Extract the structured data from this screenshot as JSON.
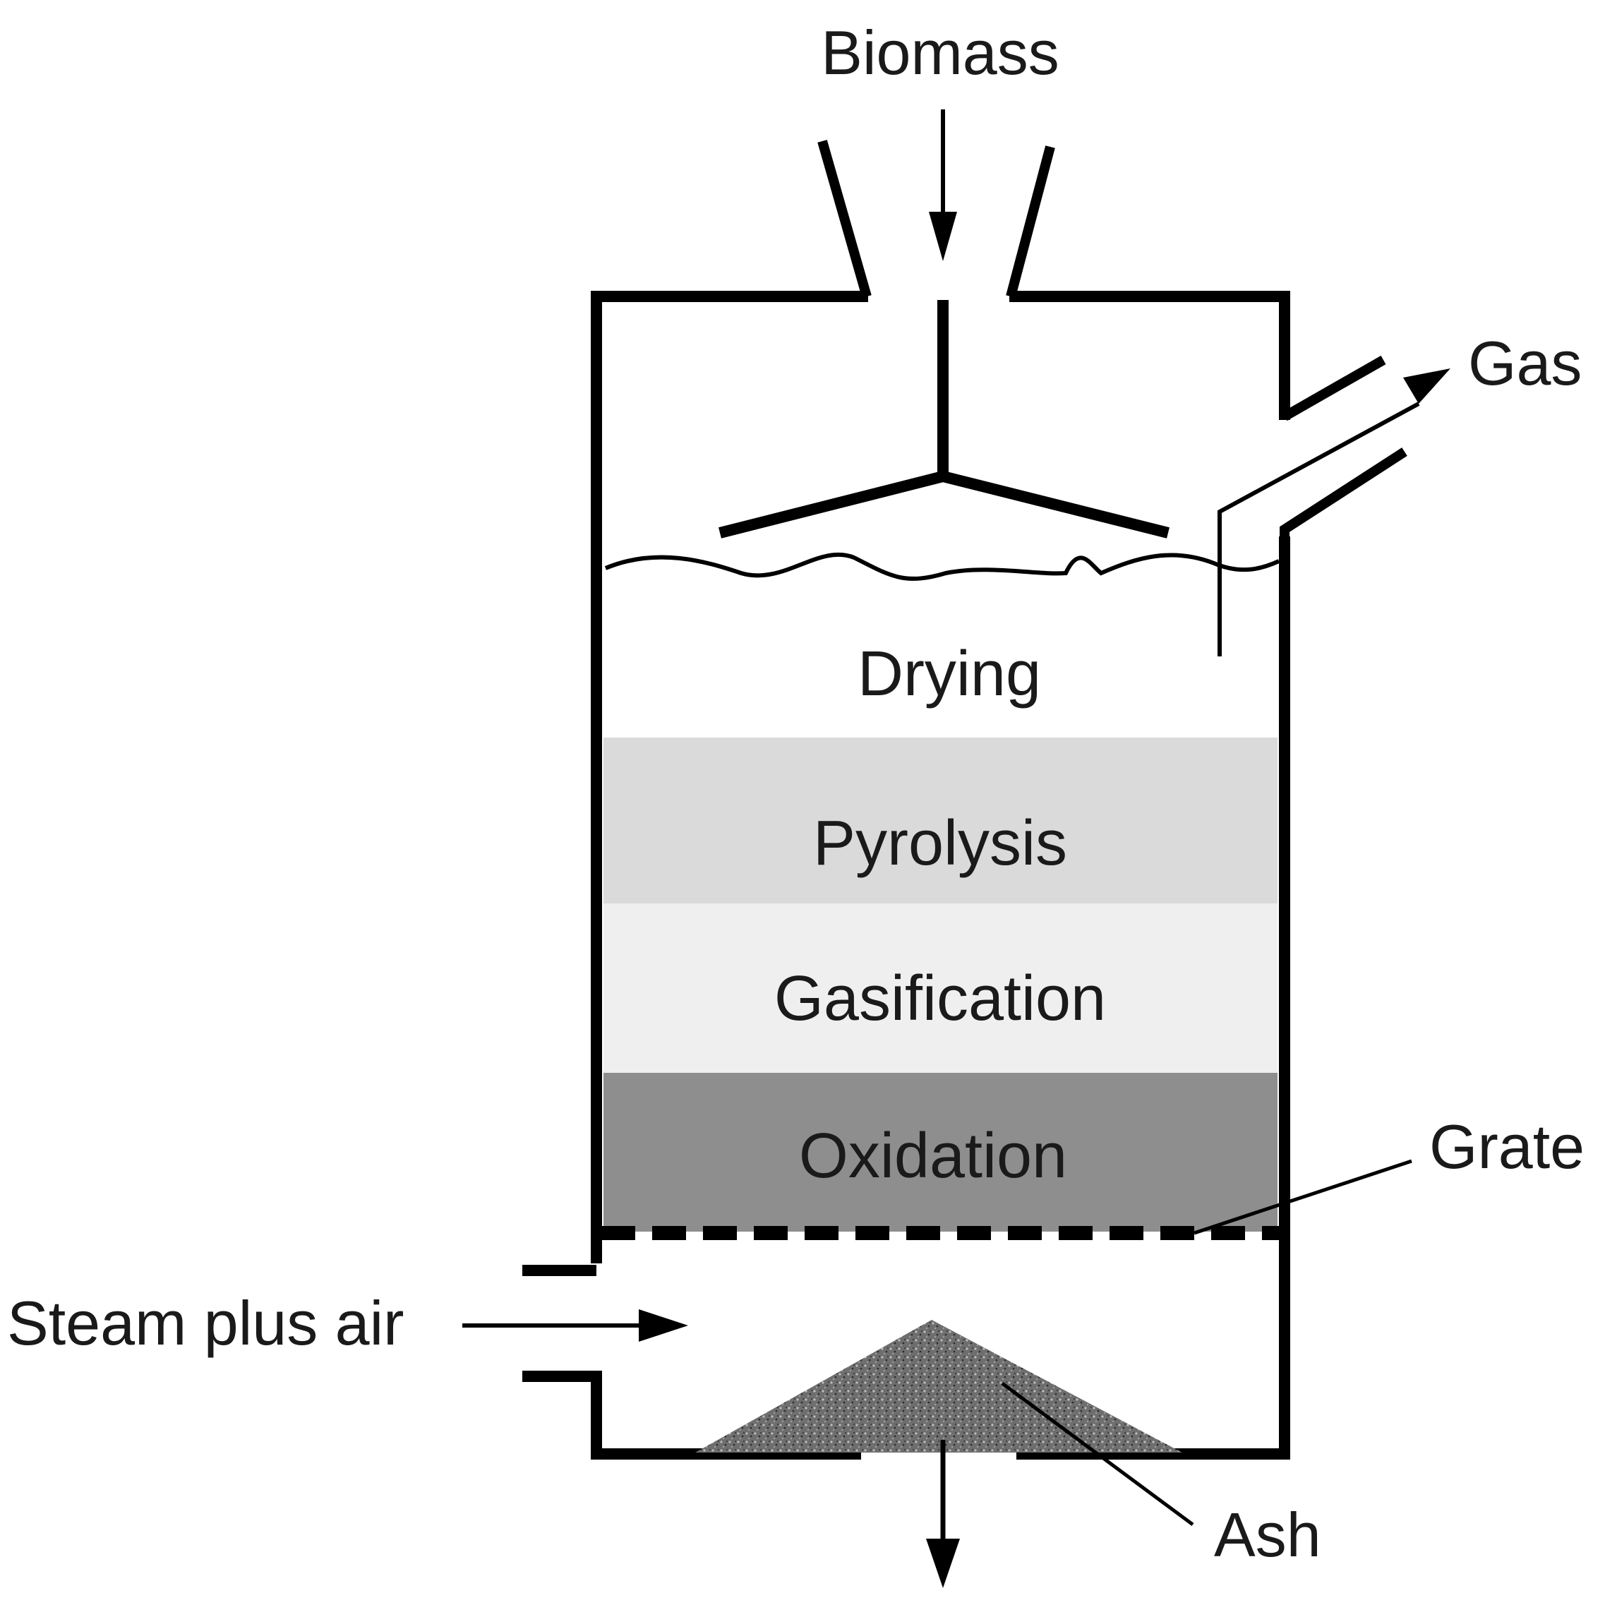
{
  "labels": {
    "biomass": "Biomass",
    "gas": "Gas",
    "grate": "Grate",
    "steam_air": "Steam plus air",
    "ash": "Ash"
  },
  "zones": [
    {
      "name": "Drying",
      "fill": "#ffffff"
    },
    {
      "name": "Pyrolysis",
      "fill": "#dadada"
    },
    {
      "name": "Gasification",
      "fill": "#efefef"
    },
    {
      "name": "Oxidation",
      "fill": "#8e8e8e"
    }
  ],
  "colors": {
    "line": "#000000",
    "text": "#1a1a1a",
    "ash_pile": "#6e6e6e"
  }
}
